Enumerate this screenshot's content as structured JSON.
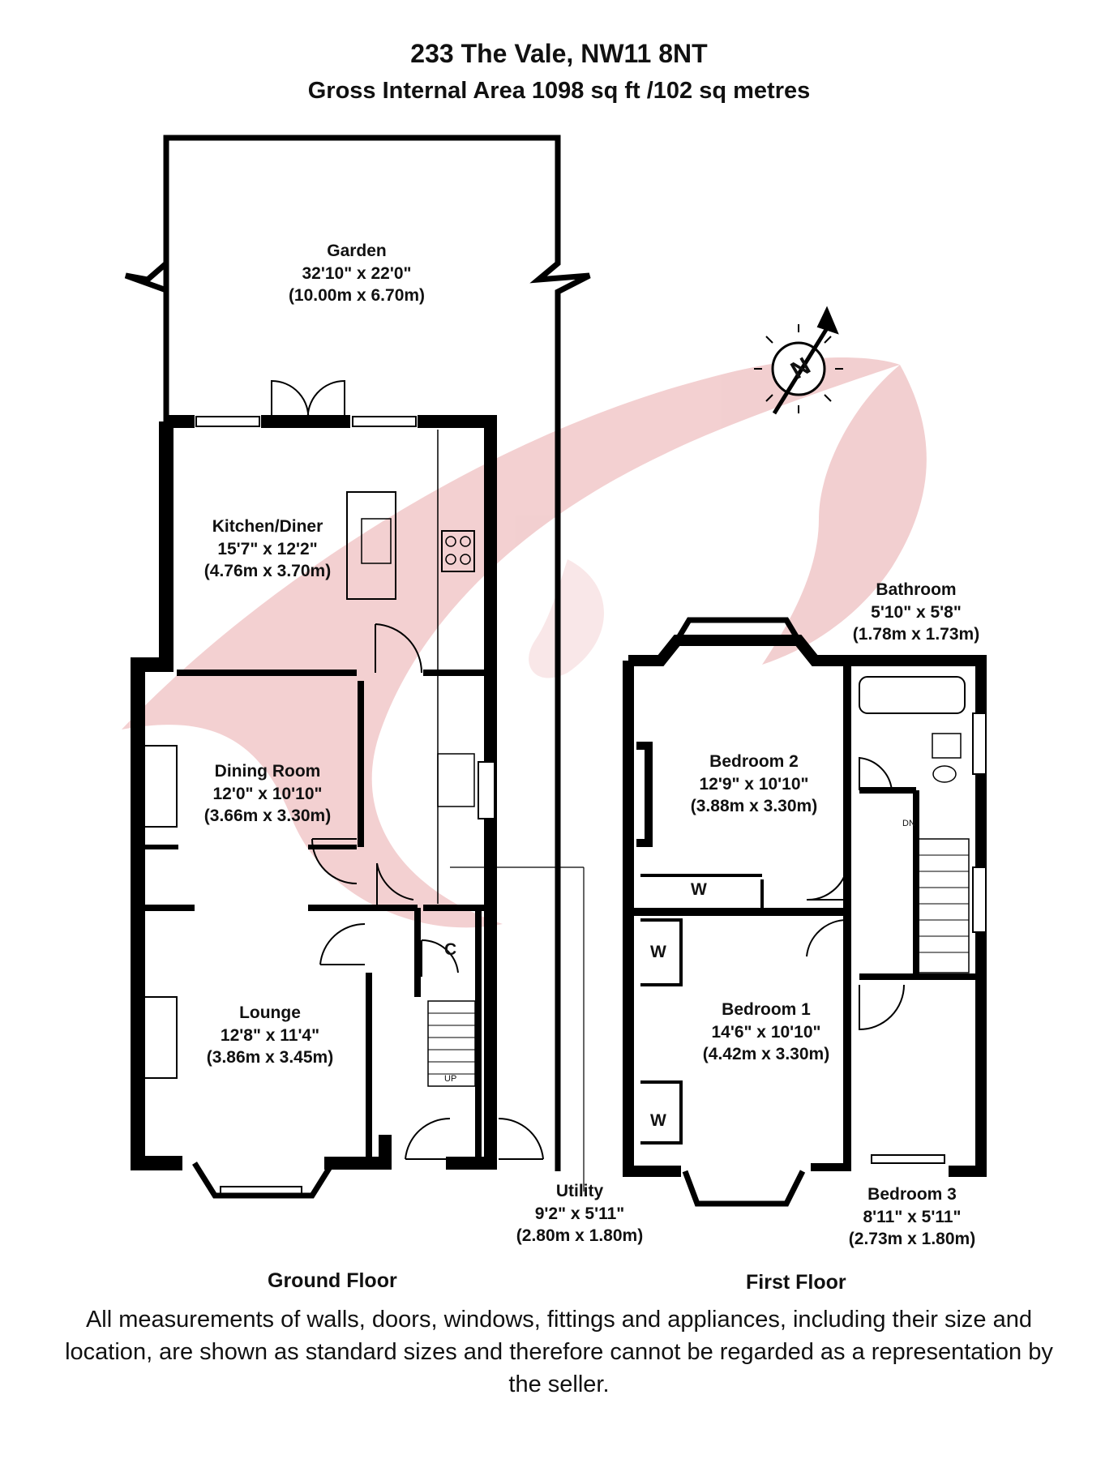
{
  "header": {
    "address": "233 The Vale, NW11 8NT",
    "area": "Gross Internal Area 1098 sq ft /102 sq metres"
  },
  "rooms": {
    "garden": {
      "name": "Garden",
      "imperial": "32'10\" x 22'0\"",
      "metric": "(10.00m x 6.70m)"
    },
    "kitchen": {
      "name": "Kitchen/Diner",
      "imperial": "15'7\" x 12'2\"",
      "metric": "(4.76m x 3.70m)"
    },
    "dining": {
      "name": "Dining Room",
      "imperial": "12'0\" x 10'10\"",
      "metric": "(3.66m x 3.30m)"
    },
    "lounge": {
      "name": "Lounge",
      "imperial": "12'8\" x 11'4\"",
      "metric": "(3.86m x 3.45m)"
    },
    "utility": {
      "name": "Utility",
      "imperial": "9'2\" x 5'11\"",
      "metric": "(2.80m x 1.80m)"
    },
    "bathroom": {
      "name": "Bathroom",
      "imperial": "5'10\" x 5'8\"",
      "metric": "(1.78m x 1.73m)"
    },
    "bedroom2": {
      "name": "Bedroom 2",
      "imperial": "12'9\" x 10'10\"",
      "metric": "(3.88m x 3.30m)"
    },
    "bedroom1": {
      "name": "Bedroom 1",
      "imperial": "14'6\" x 10'10\"",
      "metric": "(4.42m x 3.30m)"
    },
    "bedroom3": {
      "name": "Bedroom 3",
      "imperial": "8'11\" x 5'11\"",
      "metric": "(2.73m x 1.80m)"
    }
  },
  "marks": {
    "cupboard": "C",
    "wardrobe": "W",
    "stairs_up": "UP",
    "stairs_down": "DN",
    "compass": "N"
  },
  "floors": {
    "ground": "Ground Floor",
    "first": "First Floor"
  },
  "disclaimer": "All measurements of walls, doors, windows, fittings and appliances, including their size and location, are shown as standard sizes and therefore cannot be regarded as a representation by the seller.",
  "colors": {
    "wall": "#000000",
    "watermark": "#e9a9ab"
  }
}
